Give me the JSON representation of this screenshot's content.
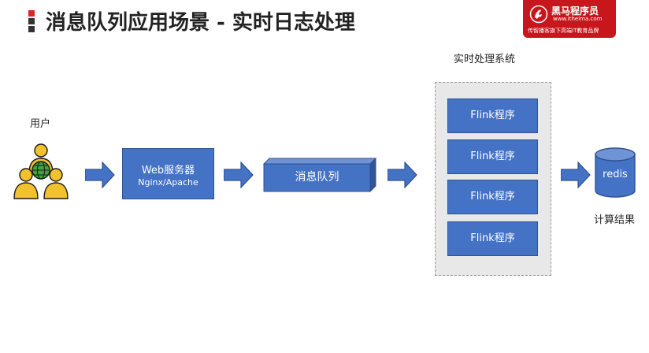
{
  "title": "消息队列应用场景 - 实时日志处理",
  "logo": {
    "name": "黑马程序员",
    "url": "www.itheima.com",
    "slogan": "传智播客旗下高端IT教育品牌"
  },
  "diagram": {
    "user_label": "用户",
    "web_server": {
      "line1": "Web服务器",
      "line2": "Nginx/Apache"
    },
    "queue_label": "消息队列",
    "system_label": "实时处理系统",
    "flink_programs": [
      "Flink程序",
      "Flink程序",
      "Flink程序",
      "Flink程序"
    ],
    "store_label": "redis",
    "result_label": "计算结果"
  },
  "colors": {
    "box_fill": "#4472c4",
    "box_border": "#2f528f",
    "user_icon": "#f2c12e",
    "globe": "#3da53d",
    "logo_bg": "#c8161d"
  }
}
